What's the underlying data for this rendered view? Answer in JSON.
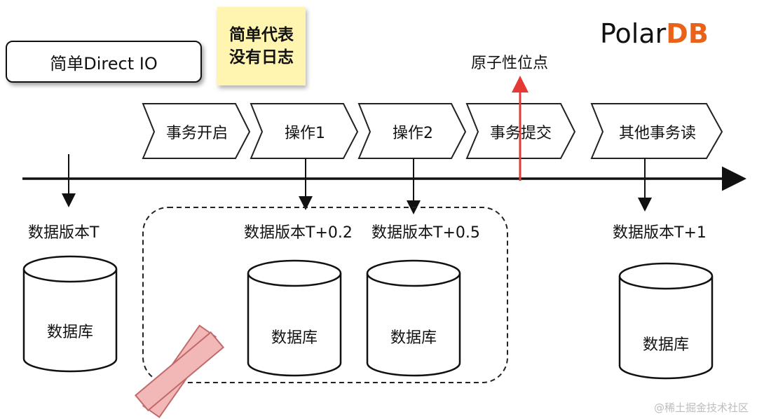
{
  "title_box": {
    "label": "简单Direct IO"
  },
  "note": {
    "text": "简单代表\n没有日志"
  },
  "logo": {
    "text": "Polar",
    "mark": "DB"
  },
  "atomic_point": {
    "label": "原子性位点"
  },
  "steps": [
    {
      "label": "事务开启"
    },
    {
      "label": "操作1"
    },
    {
      "label": "操作2"
    },
    {
      "label": "事务提交"
    },
    {
      "label": "其他事务读"
    }
  ],
  "versions": [
    {
      "label": "数据版本T"
    },
    {
      "label": "数据版本T+0.2"
    },
    {
      "label": "数据版本T+0.5"
    },
    {
      "label": "数据版本T+1"
    }
  ],
  "databases": [
    {
      "label": "数据库"
    },
    {
      "label": "数据库"
    },
    {
      "label": "数据库"
    },
    {
      "label": "数据库"
    }
  ],
  "colors": {
    "accent_red": "#e53935",
    "note_yellow": "#fff5b0",
    "logo_orange": "#e8621a",
    "cross_pink": "#f2b8b8"
  },
  "watermark": {
    "text": "@稀土掘金技术社区"
  }
}
